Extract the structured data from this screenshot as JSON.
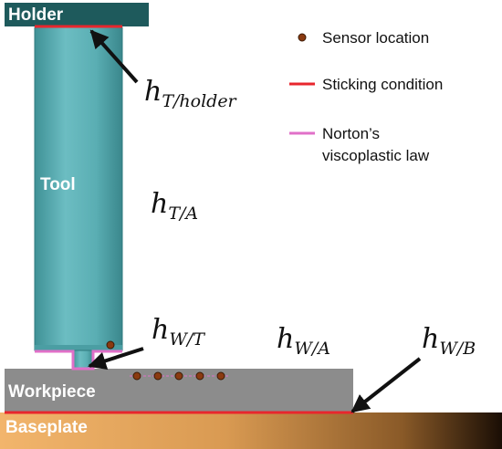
{
  "labels": {
    "holder": "Holder",
    "tool": "Tool",
    "workpiece": "Workpiece",
    "baseplate": "Baseplate"
  },
  "legend": {
    "sensor": "Sensor location",
    "sticking": "Sticking condition",
    "norton_line1": "Norton’s",
    "norton_line2": "viscoplastic law"
  },
  "coefficients": {
    "t_holder": {
      "main": "h",
      "sub": "T/holder"
    },
    "t_a": {
      "main": "h",
      "sub": "T/A"
    },
    "w_t": {
      "main": "h",
      "sub": "W/T"
    },
    "w_a": {
      "main": "h",
      "sub": "W/A"
    },
    "w_b": {
      "main": "h",
      "sub": "W/B"
    }
  },
  "colors": {
    "holder": "#1e5a5c",
    "tool": "#5fb3b8",
    "workpiece": "#8c8c8c",
    "baseplate_start": "#f2b36a",
    "baseplate_end": "#1a0e05",
    "sticking": "#e8262d",
    "norton": "#e070c8",
    "sensor_fill": "#8a3a10",
    "sensor_stroke": "#3a1a05"
  }
}
